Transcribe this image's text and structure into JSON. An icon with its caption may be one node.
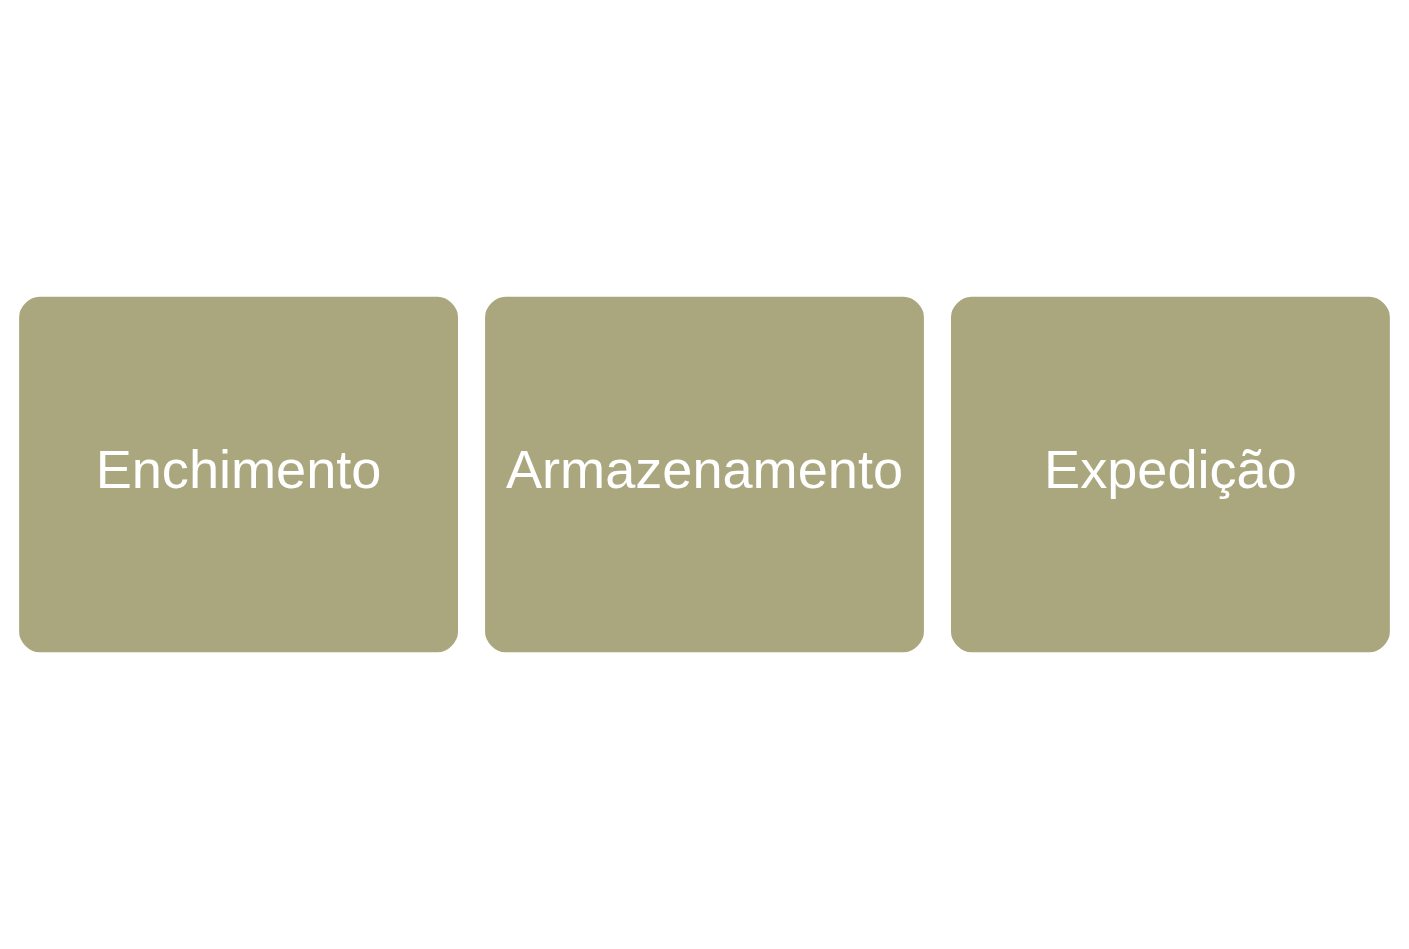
{
  "diagram": {
    "nodes": [
      {
        "text": [
          "Enchimento"
        ]
      },
      {
        "text": [
          "Armazenamento"
        ]
      },
      {
        "text": [
          "Expedição"
        ]
      }
    ]
  }
}
